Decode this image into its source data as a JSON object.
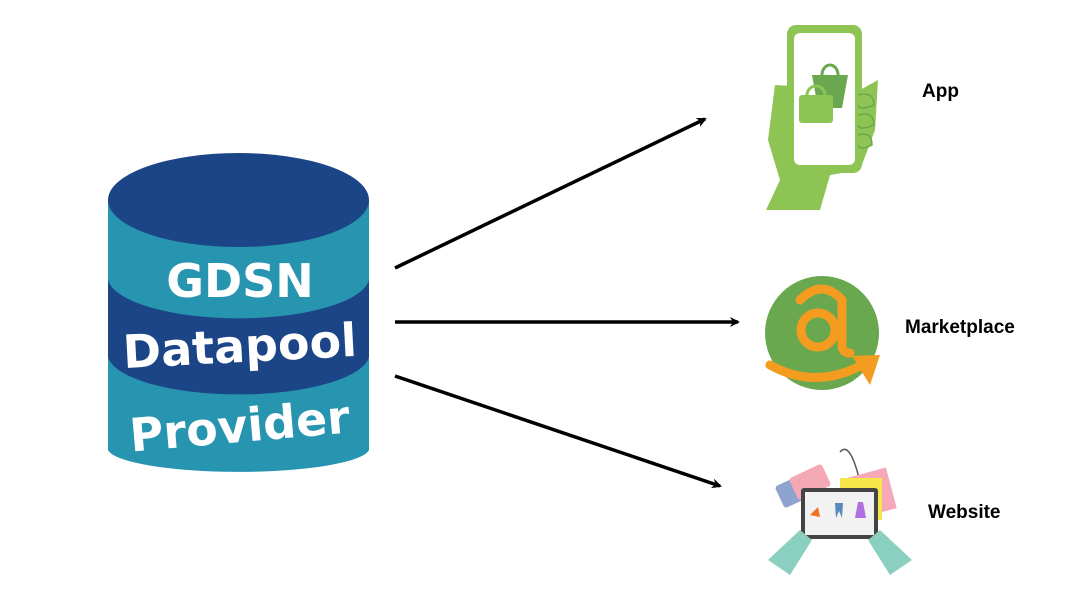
{
  "source": {
    "lines": [
      "GDSN",
      "Datapool",
      "Provider"
    ],
    "colors": {
      "dark": "#1b4587",
      "teal": "#2794b0"
    }
  },
  "targets": [
    {
      "label": "App",
      "icon": "phone-shopping-icon"
    },
    {
      "label": "Marketplace",
      "icon": "marketplace-a-logo-icon"
    },
    {
      "label": "Website",
      "icon": "tablet-shopping-icon"
    }
  ],
  "colors": {
    "green": "#6aa84f",
    "orange": "#f39c1f",
    "phone_green": "#8dc454"
  }
}
